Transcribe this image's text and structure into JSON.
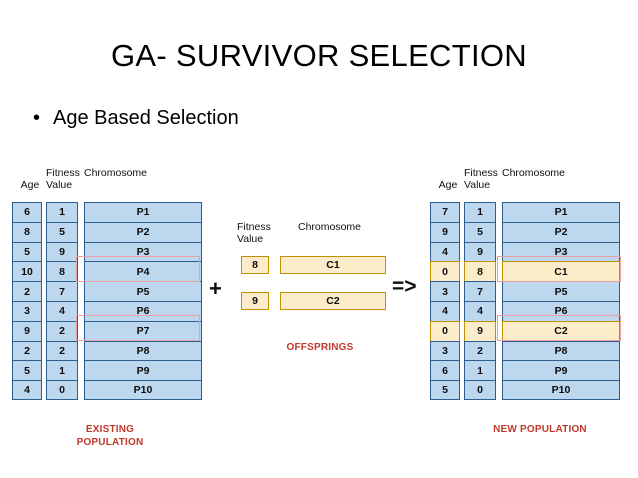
{
  "slide": {
    "title": "GA- SURVIVOR SELECTION",
    "bullet_marker": "•",
    "bullet_text": "Age Based Selection"
  },
  "colors": {
    "parent_fill": "#bdd7ee",
    "parent_border": "#2f5f8f",
    "child_fill": "#fcecc9",
    "child_border": "#bf9000",
    "highlight_box": "#e8a0a0",
    "caption_red": "#c0392b"
  },
  "existing_population": {
    "caption_line1": "EXISTING",
    "caption_line2": "POPULATION",
    "headers": {
      "age": "Age",
      "fitness_line1": "Fitness",
      "fitness_line2": "Value",
      "chromosome": "Chromosome"
    },
    "rows": [
      {
        "age": "6",
        "fitness": "1",
        "chromosome": "P1",
        "type": "parent"
      },
      {
        "age": "8",
        "fitness": "5",
        "chromosome": "P2",
        "type": "parent"
      },
      {
        "age": "5",
        "fitness": "9",
        "chromosome": "P3",
        "type": "parent"
      },
      {
        "age": "10",
        "fitness": "8",
        "chromosome": "P4",
        "type": "parent"
      },
      {
        "age": "2",
        "fitness": "7",
        "chromosome": "P5",
        "type": "parent"
      },
      {
        "age": "3",
        "fitness": "4",
        "chromosome": "P6",
        "type": "parent"
      },
      {
        "age": "9",
        "fitness": "2",
        "chromosome": "P7",
        "type": "parent"
      },
      {
        "age": "2",
        "fitness": "2",
        "chromosome": "P8",
        "type": "parent"
      },
      {
        "age": "5",
        "fitness": "1",
        "chromosome": "P9",
        "type": "parent"
      },
      {
        "age": "4",
        "fitness": "0",
        "chromosome": "P10",
        "type": "parent"
      }
    ],
    "highlighted_row_indices": [
      3,
      6
    ]
  },
  "offsprings": {
    "caption": "OFFSPRINGS",
    "headers": {
      "fitness_line1": "Fitness",
      "fitness_line2": "Value",
      "chromosome": "Chromosome"
    },
    "rows": [
      {
        "fitness": "8",
        "chromosome": "C1"
      },
      {
        "fitness": "9",
        "chromosome": "C2"
      }
    ]
  },
  "new_population": {
    "caption": "NEW POPULATION",
    "headers": {
      "age": "Age",
      "fitness_line1": "Fitness",
      "fitness_line2": "Value",
      "chromosome": "Chromosome"
    },
    "rows": [
      {
        "age": "7",
        "fitness": "1",
        "chromosome": "P1",
        "type": "parent"
      },
      {
        "age": "9",
        "fitness": "5",
        "chromosome": "P2",
        "type": "parent"
      },
      {
        "age": "4",
        "fitness": "9",
        "chromosome": "P3",
        "type": "parent"
      },
      {
        "age": "0",
        "fitness": "8",
        "chromosome": "C1",
        "type": "child"
      },
      {
        "age": "3",
        "fitness": "7",
        "chromosome": "P5",
        "type": "parent"
      },
      {
        "age": "4",
        "fitness": "4",
        "chromosome": "P6",
        "type": "parent"
      },
      {
        "age": "0",
        "fitness": "9",
        "chromosome": "C2",
        "type": "child"
      },
      {
        "age": "3",
        "fitness": "2",
        "chromosome": "P8",
        "type": "parent"
      },
      {
        "age": "6",
        "fitness": "1",
        "chromosome": "P9",
        "type": "parent"
      },
      {
        "age": "5",
        "fitness": "0",
        "chromosome": "P10",
        "type": "parent"
      }
    ],
    "highlighted_row_indices": [
      3,
      6
    ]
  },
  "operators": {
    "plus": "+",
    "implies": "=>"
  }
}
